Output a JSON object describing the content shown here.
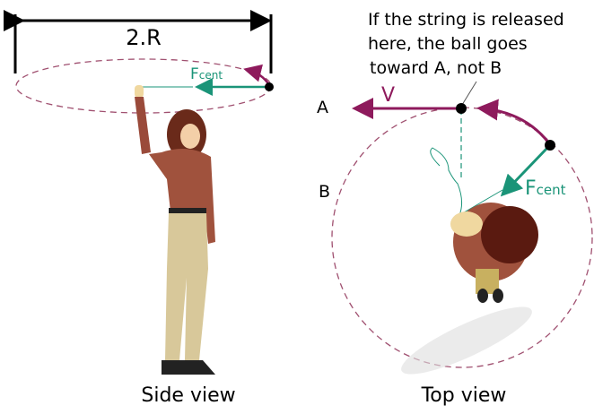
{
  "side_view": {
    "dimension_label": "2.R",
    "force_label_main": "F",
    "force_label_sub": "cent",
    "caption": "Side view"
  },
  "top_view": {
    "note_lines": [
      "If the string is released",
      "here, the ball goes",
      "toward A, not B"
    ],
    "point_a": "A",
    "point_b": "B",
    "velocity_label": "V",
    "force_label_main": "F",
    "force_label_sub": "cent",
    "caption": "Top view"
  },
  "colors": {
    "force": "#1a9478",
    "velocity": "#8e1a5c",
    "orbit": "#a05070"
  }
}
